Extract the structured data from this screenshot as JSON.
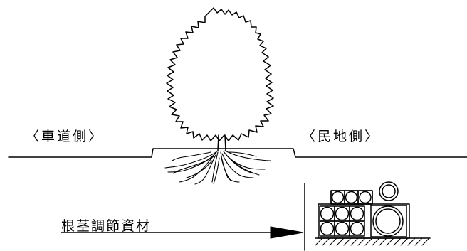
{
  "labels": {
    "road_side": "〈車道側〉",
    "private_side": "〈民地側〉",
    "root_material": "根茎調節資材"
  }
}
